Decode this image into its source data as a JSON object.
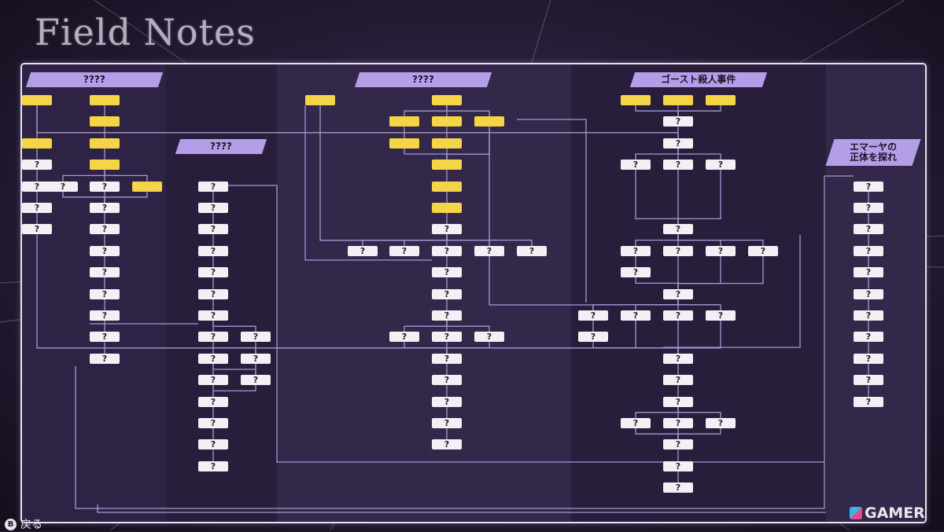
{
  "title": "Field Notes",
  "footer": {
    "button": "B",
    "label": "戻る"
  },
  "watermark": "GAMER",
  "colors": {
    "background": "#1e1728",
    "panel": "#231a35",
    "node_unknown": "#f2f0f4",
    "node_known": "#f4d547",
    "header": "#b59ee8",
    "line": "#a995d6"
  },
  "headers": [
    "????",
    "????",
    "????",
    "ゴースト殺人事件",
    "エマーヤの\n正体を探れ"
  ],
  "node_label": "?",
  "graph": {
    "nodes": [
      {
        "id": "a1",
        "c": 1,
        "r": 1,
        "k": true
      },
      {
        "id": "a2",
        "c": 1,
        "r": 2,
        "k": true
      },
      {
        "id": "a3",
        "c": 1,
        "r": 3,
        "k": true
      },
      {
        "id": "a4",
        "c": 1,
        "r": 4,
        "k": true
      },
      {
        "id": "a5",
        "c": 0,
        "r": 5
      },
      {
        "id": "a6",
        "c": 1,
        "r": 5
      },
      {
        "id": "a7",
        "c": 2,
        "r": 5,
        "k": true
      },
      {
        "id": "a8",
        "c": 1,
        "r": 6
      },
      {
        "id": "a9",
        "c": 1,
        "r": 7
      },
      {
        "id": "a10",
        "c": 1,
        "r": 8
      },
      {
        "id": "a11",
        "c": 1,
        "r": 9
      },
      {
        "id": "a12",
        "c": 1,
        "r": 10
      },
      {
        "id": "a13",
        "c": 1,
        "r": 11
      },
      {
        "id": "a14",
        "c": 1,
        "r": 12
      },
      {
        "id": "a15",
        "c": 1,
        "r": 13
      },
      {
        "id": "b1",
        "c": 4,
        "r": 5
      },
      {
        "id": "b2",
        "c": 4,
        "r": 6
      },
      {
        "id": "b3",
        "c": 4,
        "r": 7
      },
      {
        "id": "b4",
        "c": 4,
        "r": 8
      },
      {
        "id": "b5",
        "c": 4,
        "r": 9
      },
      {
        "id": "b6",
        "c": 4,
        "r": 10
      },
      {
        "id": "b7",
        "c": 4,
        "r": 11
      },
      {
        "id": "b8",
        "c": 4,
        "r": 12
      },
      {
        "id": "b9",
        "c": 5,
        "r": 12
      },
      {
        "id": "b10",
        "c": 4,
        "r": 13
      },
      {
        "id": "b11",
        "c": 5,
        "r": 13
      },
      {
        "id": "b12",
        "c": 4,
        "r": 14
      },
      {
        "id": "b13",
        "c": 5,
        "r": 14
      },
      {
        "id": "b14",
        "c": 4,
        "r": 15
      },
      {
        "id": "b15",
        "c": 4,
        "r": 16
      },
      {
        "id": "b16",
        "c": 4,
        "r": 17
      },
      {
        "id": "b17",
        "c": 4,
        "r": 18
      },
      {
        "id": "c0",
        "c": 7,
        "r": 1,
        "k": true
      },
      {
        "id": "c1",
        "c": 10,
        "r": 1,
        "k": true
      },
      {
        "id": "c2",
        "c": 9,
        "r": 2,
        "k": true
      },
      {
        "id": "c3",
        "c": 10,
        "r": 2,
        "k": true
      },
      {
        "id": "c4",
        "c": 11,
        "r": 2,
        "k": true
      },
      {
        "id": "c5",
        "c": 9,
        "r": 3,
        "k": true
      },
      {
        "id": "c6",
        "c": 10,
        "r": 3,
        "k": true
      },
      {
        "id": "c7",
        "c": 10,
        "r": 4,
        "k": true
      },
      {
        "id": "c8",
        "c": 10,
        "r": 5,
        "k": true
      },
      {
        "id": "c9",
        "c": 10,
        "r": 6,
        "k": true
      },
      {
        "id": "c10",
        "c": 10,
        "r": 7
      },
      {
        "id": "c11",
        "c": 8,
        "r": 8
      },
      {
        "id": "c12",
        "c": 9,
        "r": 8
      },
      {
        "id": "c13",
        "c": 10,
        "r": 8
      },
      {
        "id": "c14",
        "c": 11,
        "r": 8
      },
      {
        "id": "c15",
        "c": 12,
        "r": 8
      },
      {
        "id": "c16",
        "c": 10,
        "r": 9
      },
      {
        "id": "c17",
        "c": 10,
        "r": 10
      },
      {
        "id": "c18",
        "c": 10,
        "r": 11
      },
      {
        "id": "c19",
        "c": 9,
        "r": 12
      },
      {
        "id": "c20",
        "c": 10,
        "r": 12
      },
      {
        "id": "c21",
        "c": 11,
        "r": 12
      },
      {
        "id": "c22",
        "c": 10,
        "r": 13
      },
      {
        "id": "c23",
        "c": 10,
        "r": 14
      },
      {
        "id": "c24",
        "c": 10,
        "r": 15
      },
      {
        "id": "c25",
        "c": 10,
        "r": 16
      },
      {
        "id": "c26",
        "c": 10,
        "r": 17
      },
      {
        "id": "d1",
        "c": 14,
        "r": 1,
        "k": true
      },
      {
        "id": "d2",
        "c": 15,
        "r": 1,
        "k": true
      },
      {
        "id": "d3",
        "c": 16,
        "r": 1,
        "k": true
      },
      {
        "id": "d4",
        "c": 18,
        "r": 1,
        "k": true
      },
      {
        "id": "d5",
        "c": 15,
        "r": 2
      },
      {
        "id": "d6",
        "c": 15,
        "r": 3
      },
      {
        "id": "d7",
        "c": 18,
        "r": 3,
        "k": true
      },
      {
        "id": "d8",
        "c": 14,
        "r": 4
      },
      {
        "id": "d9",
        "c": 15,
        "r": 4
      },
      {
        "id": "d10",
        "c": 16,
        "r": 4
      },
      {
        "id": "d11",
        "c": 18,
        "r": 4
      },
      {
        "id": "d12",
        "c": 18,
        "r": 5
      },
      {
        "id": "d13",
        "c": 18,
        "r": 6
      },
      {
        "id": "d14",
        "c": 15,
        "r": 7
      },
      {
        "id": "d15",
        "c": 18,
        "r": 7
      },
      {
        "id": "d16",
        "c": 14,
        "r": 8
      },
      {
        "id": "d17",
        "c": 15,
        "r": 8
      },
      {
        "id": "d18",
        "c": 16,
        "r": 8
      },
      {
        "id": "d19",
        "c": 17,
        "r": 8
      },
      {
        "id": "d20",
        "c": 14,
        "r": 9
      },
      {
        "id": "d21",
        "c": 15,
        "r": 10
      },
      {
        "id": "d22",
        "c": 13,
        "r": 11
      },
      {
        "id": "d23",
        "c": 14,
        "r": 11
      },
      {
        "id": "d24",
        "c": 15,
        "r": 11
      },
      {
        "id": "d25",
        "c": 16,
        "r": 11
      },
      {
        "id": "d26",
        "c": 13,
        "r": 12
      },
      {
        "id": "d27",
        "c": 15,
        "r": 13
      },
      {
        "id": "d28",
        "c": 15,
        "r": 14
      },
      {
        "id": "d29",
        "c": 15,
        "r": 15
      },
      {
        "id": "d30",
        "c": 14,
        "r": 16
      },
      {
        "id": "d31",
        "c": 15,
        "r": 16
      },
      {
        "id": "d32",
        "c": 16,
        "r": 16
      },
      {
        "id": "d33",
        "c": 15,
        "r": 17
      },
      {
        "id": "d34",
        "c": 15,
        "r": 18
      },
      {
        "id": "d35",
        "c": 15,
        "r": 19
      },
      {
        "id": "e1",
        "c": 20,
        "r": 5
      },
      {
        "id": "e2",
        "c": 20,
        "r": 6
      },
      {
        "id": "e3",
        "c": 20,
        "r": 7
      },
      {
        "id": "e4",
        "c": 20,
        "r": 8
      },
      {
        "id": "e5",
        "c": 20,
        "r": 9
      },
      {
        "id": "e6",
        "c": 20,
        "r": 10
      },
      {
        "id": "e7",
        "c": 20,
        "r": 11
      },
      {
        "id": "e8",
        "c": 20,
        "r": 12
      },
      {
        "id": "e9",
        "c": 20,
        "r": 13
      },
      {
        "id": "e10",
        "c": 20,
        "r": 14
      },
      {
        "id": "e11",
        "c": 20,
        "r": 15
      }
    ],
    "edges": [
      [
        "a1",
        "a2"
      ],
      [
        "a2",
        "a3"
      ],
      [
        "a3",
        "a4"
      ],
      [
        "a4",
        "a5"
      ],
      [
        "a4",
        "a6"
      ],
      [
        "a4",
        "a7"
      ],
      [
        "a5",
        "a8"
      ],
      [
        "a6",
        "a8"
      ],
      [
        "a7",
        "a8"
      ],
      [
        "a8",
        "a9"
      ],
      [
        "a9",
        "a10"
      ],
      [
        "a10",
        "a11"
      ],
      [
        "a11",
        "a12"
      ],
      [
        "a12",
        "a13"
      ],
      [
        "a13",
        "a14"
      ],
      [
        "a14",
        "a15"
      ],
      [
        "b1",
        "b2"
      ],
      [
        "b2",
        "b3"
      ],
      [
        "b3",
        "b4"
      ],
      [
        "b4",
        "b5"
      ],
      [
        "b5",
        "b6"
      ],
      [
        "b6",
        "b7"
      ],
      [
        "b7",
        "b8"
      ],
      [
        "b7",
        "b9"
      ],
      [
        "b8",
        "b10"
      ],
      [
        "b9",
        "b11"
      ],
      [
        "b8",
        "b11"
      ],
      [
        "b10",
        "b12"
      ],
      [
        "b11",
        "b13"
      ],
      [
        "b10",
        "b13"
      ],
      [
        "b12",
        "b14"
      ],
      [
        "b13",
        "b14"
      ],
      [
        "b14",
        "b15"
      ],
      [
        "b15",
        "b16"
      ],
      [
        "b16",
        "b17"
      ],
      [
        "b17",
        "b12x"
      ],
      [
        "c1",
        "c2"
      ],
      [
        "c1",
        "c3"
      ],
      [
        "c1",
        "c4"
      ],
      [
        "c2",
        "c5"
      ],
      [
        "c3",
        "c6"
      ],
      [
        "c6",
        "c7"
      ],
      [
        "c7",
        "c8"
      ],
      [
        "c8",
        "c9"
      ],
      [
        "c9",
        "c10"
      ],
      [
        "c4",
        "c7"
      ],
      [
        "c5",
        "c7"
      ],
      [
        "c10",
        "c11"
      ],
      [
        "c10",
        "c12"
      ],
      [
        "c10",
        "c13"
      ],
      [
        "c10",
        "c14"
      ],
      [
        "c10",
        "c15"
      ],
      [
        "c0",
        "c13"
      ],
      [
        "c13",
        "c16"
      ],
      [
        "c16",
        "c17"
      ],
      [
        "c17",
        "c18"
      ],
      [
        "c18",
        "c19"
      ],
      [
        "c18",
        "c20"
      ],
      [
        "c18",
        "c21"
      ],
      [
        "c19",
        "c22"
      ],
      [
        "c20",
        "c22"
      ],
      [
        "c21",
        "c22"
      ],
      [
        "c22",
        "c23"
      ],
      [
        "c23",
        "c24"
      ],
      [
        "c24",
        "c25"
      ],
      [
        "c25",
        "c26"
      ],
      [
        "d1",
        "d5"
      ],
      [
        "d2",
        "d5"
      ],
      [
        "d3",
        "d5"
      ],
      [
        "d4",
        "d6"
      ],
      [
        "d4",
        "d7"
      ],
      [
        "d5",
        "d6"
      ],
      [
        "d6",
        "d8"
      ],
      [
        "d6",
        "d9"
      ],
      [
        "d6",
        "d10"
      ],
      [
        "d7",
        "d11"
      ],
      [
        "d11",
        "d12"
      ],
      [
        "d12",
        "d13"
      ],
      [
        "d8",
        "d14"
      ],
      [
        "d9",
        "d14"
      ],
      [
        "d10",
        "d14"
      ],
      [
        "d13",
        "d15"
      ],
      [
        "d14",
        "d16"
      ],
      [
        "d14",
        "d17"
      ],
      [
        "d14",
        "d18"
      ],
      [
        "d14",
        "d19"
      ],
      [
        "d16",
        "d20"
      ],
      [
        "d17",
        "d21"
      ],
      [
        "d18",
        "d21"
      ],
      [
        "d19",
        "d21"
      ],
      [
        "d20",
        "d21"
      ],
      [
        "d21",
        "d22"
      ],
      [
        "d21",
        "d23"
      ],
      [
        "d21",
        "d24"
      ],
      [
        "d21",
        "d25"
      ],
      [
        "d22",
        "d26"
      ],
      [
        "d23",
        "d27"
      ],
      [
        "d24",
        "d27"
      ],
      [
        "d25",
        "d27"
      ],
      [
        "d26",
        "d27"
      ],
      [
        "d15",
        "d27"
      ],
      [
        "d27",
        "d28"
      ],
      [
        "d28",
        "d29"
      ],
      [
        "d29",
        "d30"
      ],
      [
        "d29",
        "d31"
      ],
      [
        "d29",
        "d32"
      ],
      [
        "d30",
        "d33"
      ],
      [
        "d31",
        "d33"
      ],
      [
        "d32",
        "d33"
      ],
      [
        "d33",
        "d34"
      ],
      [
        "d34",
        "d35"
      ],
      [
        "c4",
        "d22"
      ],
      [
        "e1",
        "e2"
      ],
      [
        "e2",
        "e3"
      ],
      [
        "e3",
        "e4"
      ],
      [
        "e4",
        "e5"
      ],
      [
        "e5",
        "e6"
      ],
      [
        "e6",
        "e7"
      ],
      [
        "e7",
        "e8"
      ],
      [
        "e8",
        "e9"
      ],
      [
        "e9",
        "e10"
      ],
      [
        "e10",
        "e11"
      ]
    ]
  }
}
